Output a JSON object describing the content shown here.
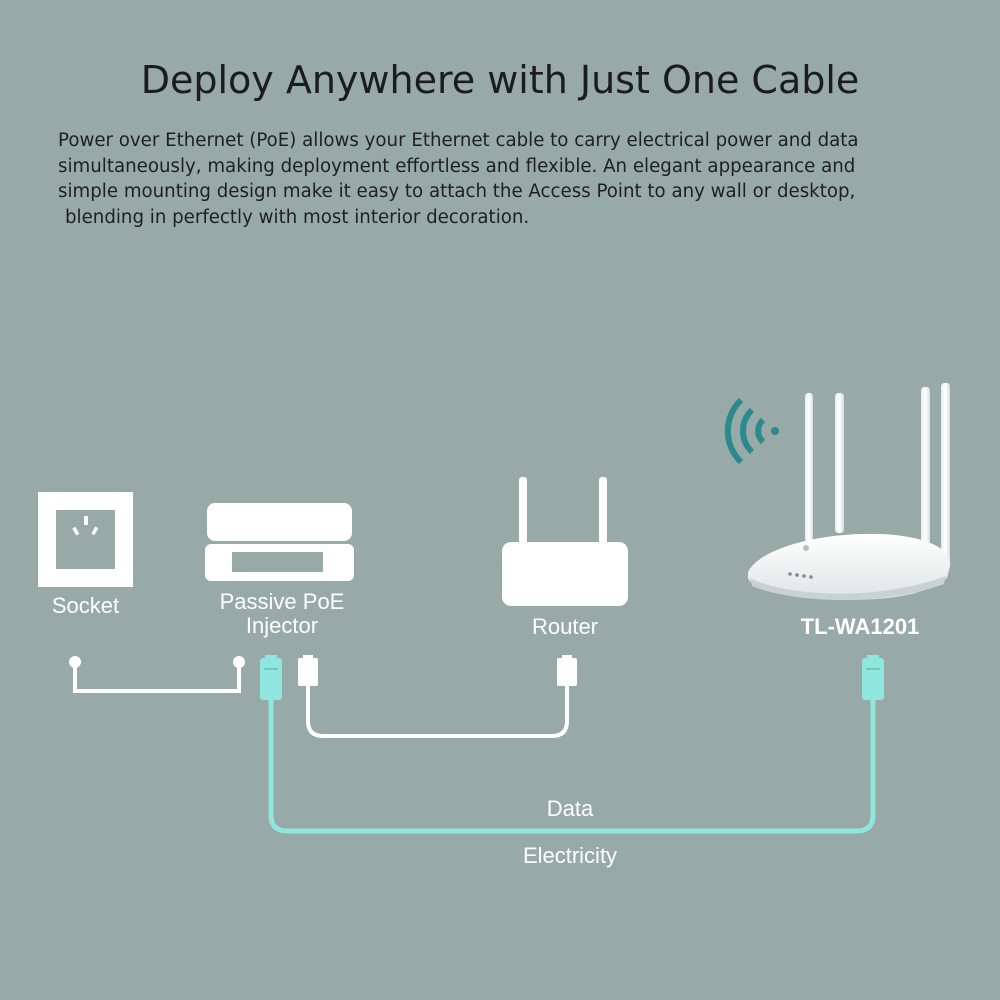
{
  "page": {
    "title": "Deploy Anywhere with Just One Cable",
    "description_lines": [
      "Power over Ethernet (PoE) allows your Ethernet cable to carry electrical power and data",
      "simultaneously, making deployment effortless and flexible. An elegant appearance and",
      "simple mounting design make it easy to attach the Access Point to any wall or desktop,",
      "blending in perfectly with most interior decoration."
    ]
  },
  "diagram": {
    "nodes": {
      "socket": "Socket",
      "injector_line1": "Passive PoE",
      "injector_line2": "Injector",
      "router": "Router",
      "access_point": "TL-WA1201"
    },
    "cable_labels": {
      "data": "Data",
      "electricity": "Electricity"
    }
  },
  "colors": {
    "background": "#97aaa8",
    "device_white": "#ffffff",
    "poe_cable": "#8fe6de",
    "wifi_signal": "#2a8a8c",
    "title_text": "#1c1c1c"
  },
  "icons": {
    "socket": "power-socket-icon",
    "injector": "poe-injector-icon",
    "router": "router-icon",
    "access_point": "access-point-icon",
    "wifi": "wifi-signal-icon",
    "connector": "ethernet-plug-icon"
  }
}
